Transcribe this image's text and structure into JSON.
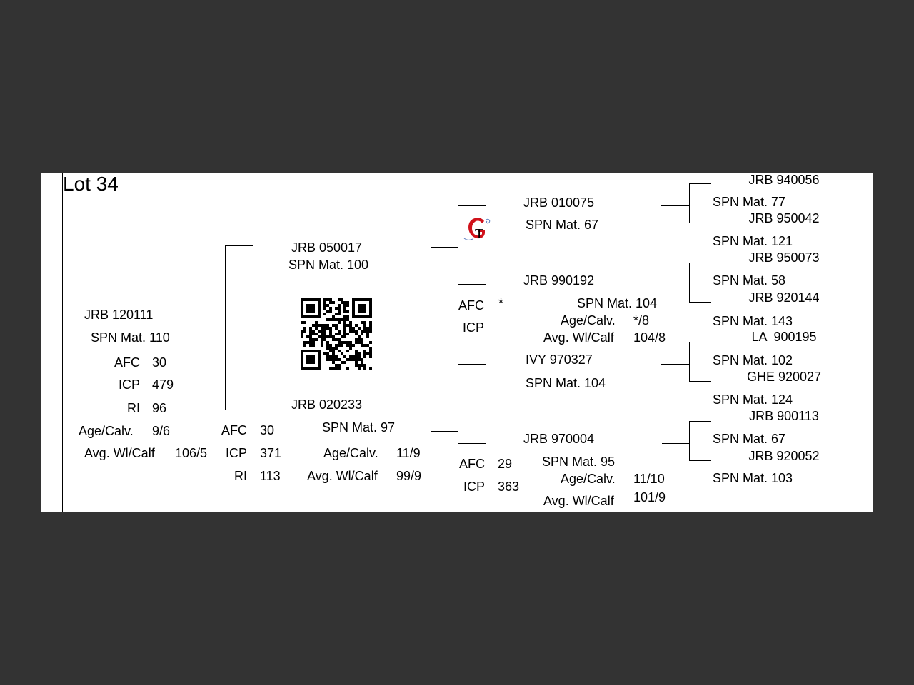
{
  "lot_title": "Lot 34",
  "animal": {
    "id": "JRB 120111",
    "spn": "SPN Mat. 110",
    "afc_label": "AFC",
    "afc": "30",
    "icp_label": "ICP",
    "icp": "479",
    "ri_label": "RI",
    "ri": "96",
    "age_label": "Age/Calv.",
    "age": "9/6",
    "wl_label": "Avg. Wl/Calf",
    "wl": "106/5"
  },
  "sire": {
    "id": "JRB 050017",
    "spn": "SPN Mat. 100"
  },
  "dam": {
    "id": "JRB 020233",
    "spn": "SPN Mat. 97",
    "afc_label": "AFC",
    "afc": "30",
    "icp_label": "ICP",
    "icp": "371",
    "ri_label": "RI",
    "ri": "113",
    "age_label": "Age/Calv.",
    "age": "11/9",
    "wl_label": "Avg. Wl/Calf",
    "wl": "99/9"
  },
  "ss": {
    "id": "JRB 010075",
    "spn": "SPN Mat. 67"
  },
  "sd": {
    "id": "JRB 990192",
    "spn": "SPN Mat. 104",
    "afc_label": "AFC",
    "afc": "*",
    "icp_label": "ICP",
    "age_label": "Age/Calv.",
    "age": "*/8",
    "wl_label": "Avg. Wl/Calf",
    "wl": "104/8"
  },
  "ds": {
    "id": "IVY 970327",
    "spn": "SPN Mat. 104"
  },
  "dd": {
    "id": "JRB 970004",
    "spn": "SPN Mat. 95",
    "afc_label": "AFC",
    "afc": "29",
    "icp_label": "ICP",
    "icp": "363",
    "age_label": "Age/Calv.",
    "age": "11/10",
    "wl_label": "Avg. Wl/Calf",
    "wl": "101/9"
  },
  "g3": [
    {
      "id": "JRB 940056",
      "spn": "SPN Mat. 77"
    },
    {
      "id": "JRB 950042",
      "spn": "SPN Mat. 121"
    },
    {
      "id": "JRB 950073",
      "spn": "SPN Mat. 58"
    },
    {
      "id": "JRB 920144",
      "spn": "SPN Mat. 143"
    },
    {
      "id": "LA  900195",
      "spn": "SPN Mat. 102"
    },
    {
      "id": "GHE 920027",
      "spn": "SPN Mat. 124"
    },
    {
      "id": "JRB 900113",
      "spn": "SPN Mat. 67"
    },
    {
      "id": "JRB 920052",
      "spn": "SPN Mat. 103"
    }
  ],
  "icons": {
    "qr": "qr-code",
    "logo": "gt-logo"
  },
  "colors": {
    "background": "#333333",
    "page": "#ffffff",
    "logo_red": "#d0121b"
  }
}
